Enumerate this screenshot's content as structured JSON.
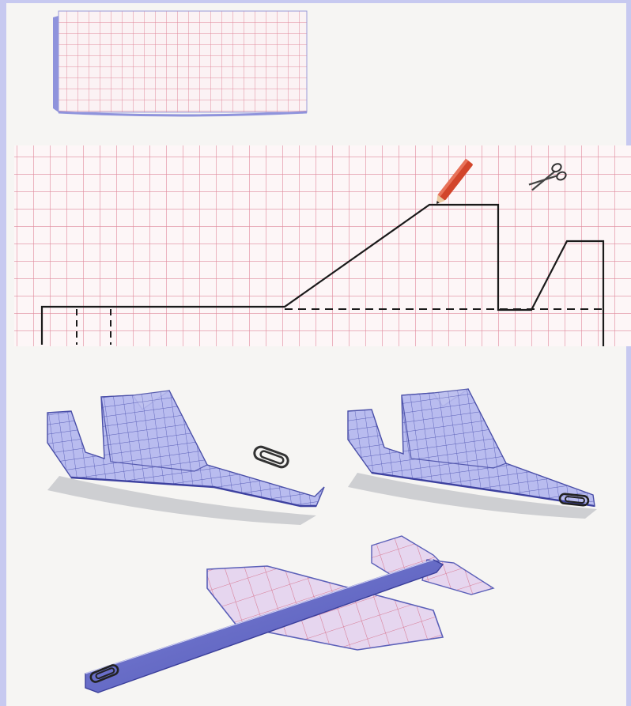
{
  "illustration": {
    "steps": [
      {
        "id": "folded-sheet"
      },
      {
        "id": "cutting-pattern"
      },
      {
        "id": "folded-plane-without-clip"
      },
      {
        "id": "folded-plane-with-clip"
      },
      {
        "id": "finished-plane"
      }
    ],
    "tools": [
      "pencil-icon",
      "scissors-icon",
      "paper-clip-icon"
    ]
  },
  "colors": {
    "frame": "#c7c9f0",
    "paper": "#fbf2f4",
    "grid": "#e08a9c",
    "outline": "#1a1a1a",
    "plane_body": "#9da3e6",
    "plane_shade": "#6b6fc8",
    "shadow": "#bfc1c4",
    "pencil": "#d2452b",
    "clip": "#333333"
  }
}
